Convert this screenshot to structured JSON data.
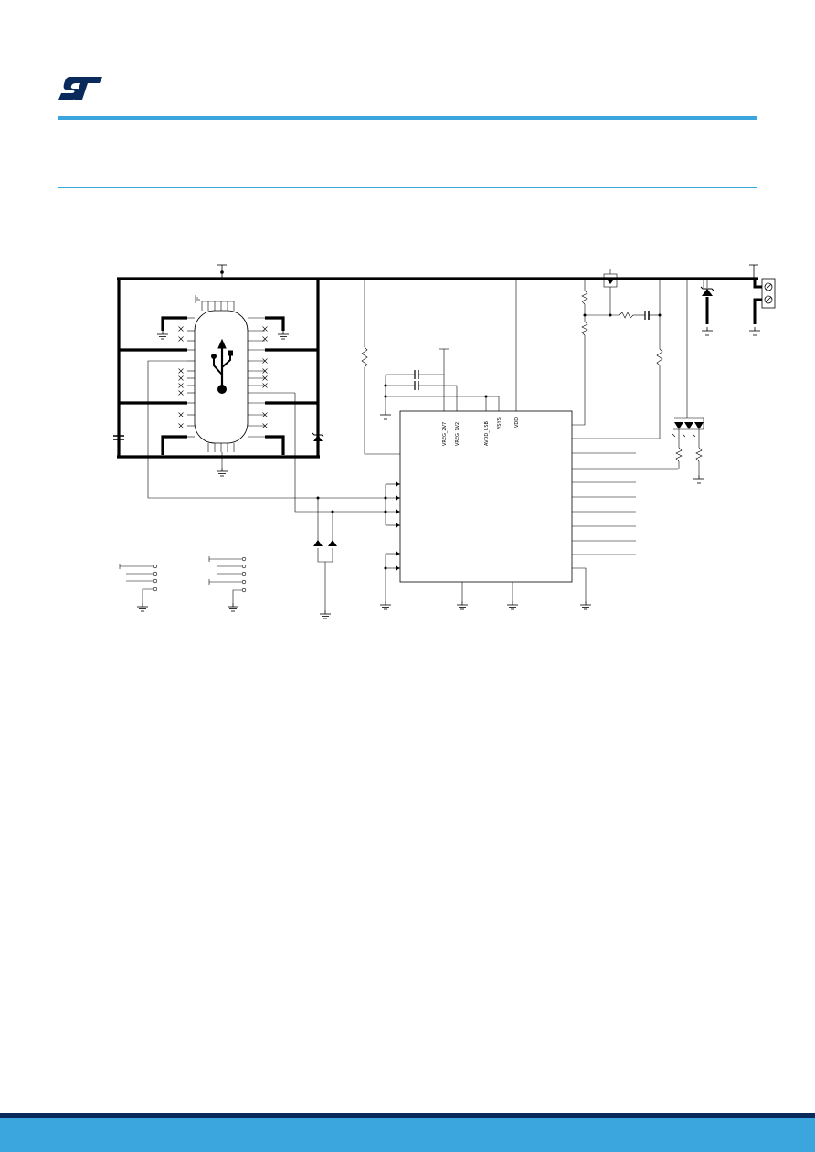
{
  "brand": {
    "logo_icon": "st-logo-icon",
    "accent": "#3aa6dd",
    "dark": "#0b2a5c"
  },
  "ic": {
    "pins_top": [
      "VREG_2V7",
      "VREG_1V2",
      "AVDD_USB",
      "VSYS",
      "VDD"
    ]
  },
  "icons": {
    "usb": "usb-trident-icon",
    "ground": "ground-icon",
    "led": "led-icon",
    "diode": "zener-diode-icon",
    "connector": "screw-terminal-icon"
  }
}
